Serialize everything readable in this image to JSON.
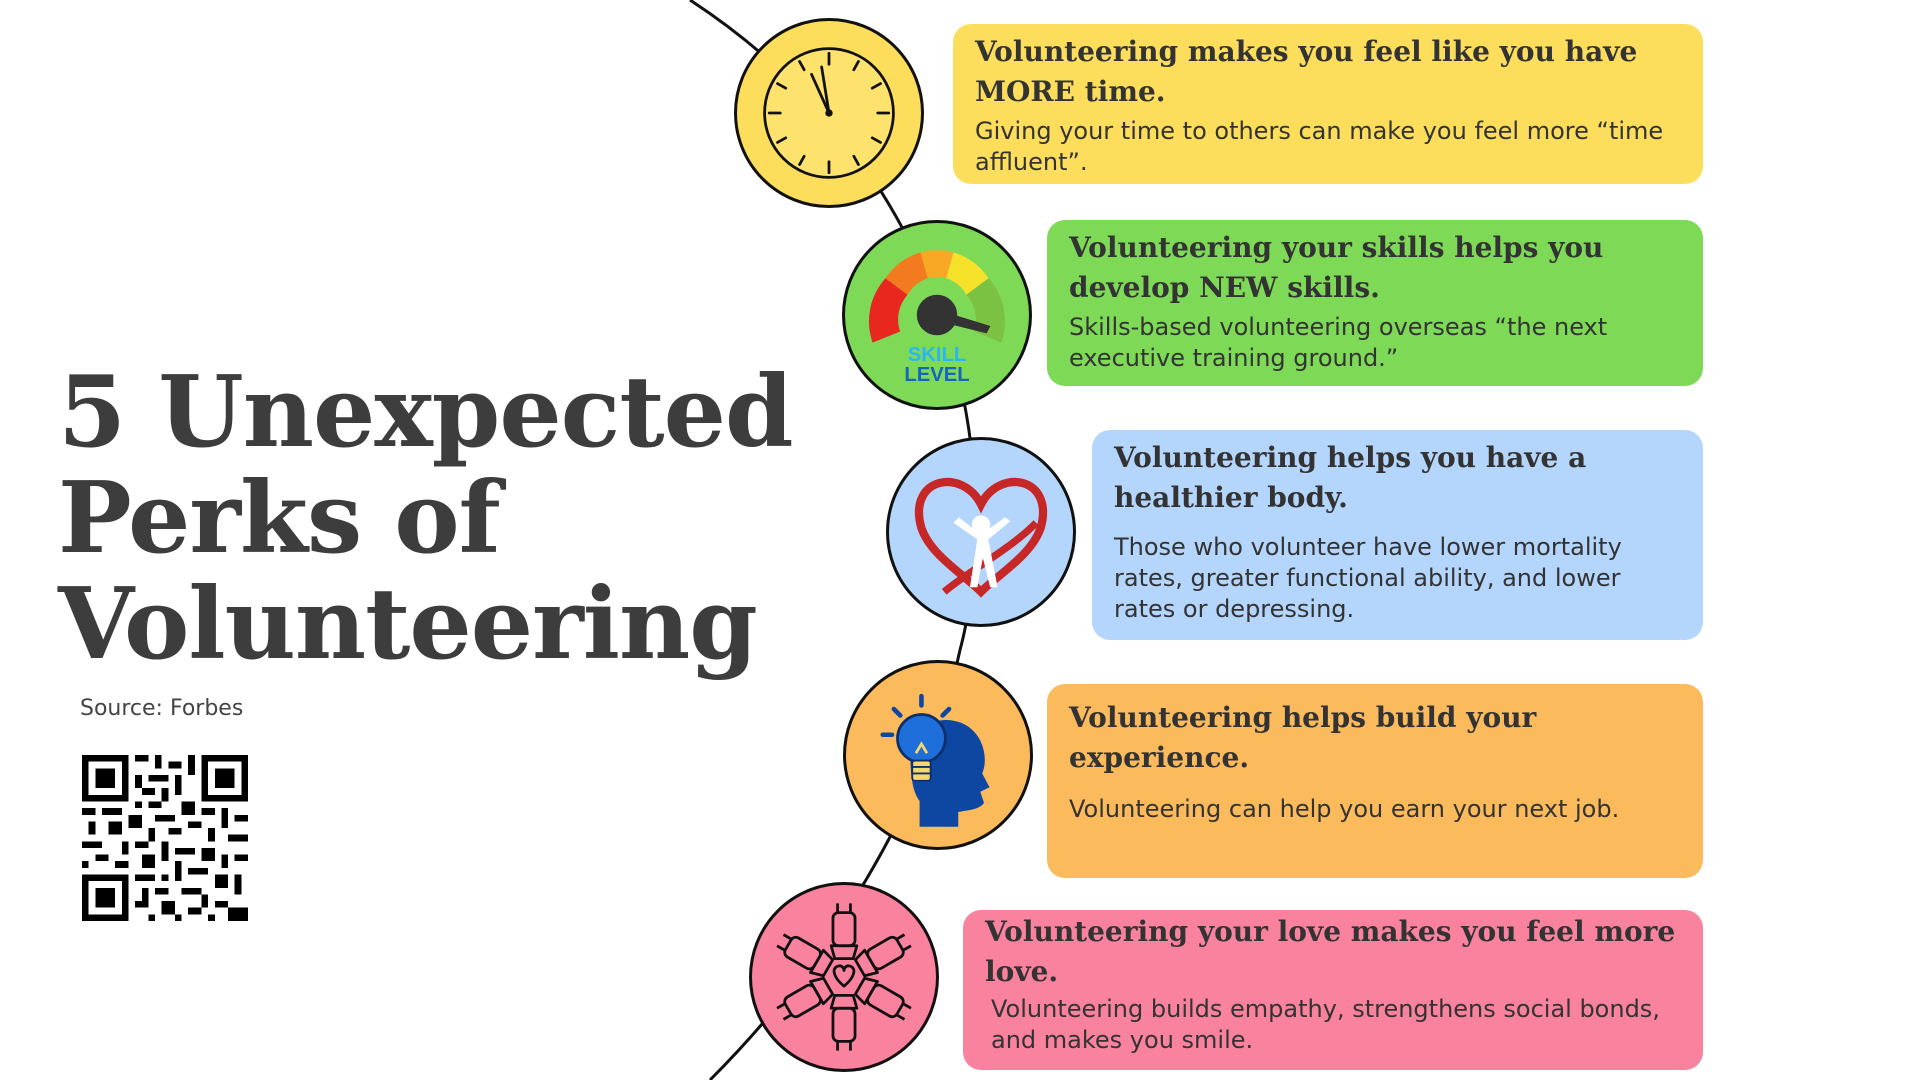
{
  "title": {
    "line1": "5 Unexpected",
    "line2": "Perks of",
    "line3": "Volunteering"
  },
  "source": "Source: Forbes",
  "colors": {
    "yellow": "#fddd5c",
    "green": "#7ed957",
    "blue": "#b4d5fc",
    "orange": "#fbbb5c",
    "pink": "#f9829f",
    "text": "#333333"
  },
  "perks": [
    {
      "icon": "clock-icon",
      "heading": "Volunteering makes you feel like you have MORE time.",
      "body": "Giving your time to others can make you feel more “time affluent”."
    },
    {
      "icon": "skill-level-gauge-icon",
      "icon_label_1": "SKILL",
      "icon_label_2": "LEVEL",
      "heading": "Volunteering your skills helps you develop NEW skills.",
      "body": "Skills-based volunteering overseas “the next executive training ground.”"
    },
    {
      "icon": "heart-person-icon",
      "heading": "Volunteering helps you have a healthier body.",
      "body": "Those who volunteer have lower mortality rates, greater functional ability, and lower rates or depressing."
    },
    {
      "icon": "lightbulb-head-icon",
      "heading": "Volunteering helps build your experience.",
      "body": "Volunteering can help you earn your next job."
    },
    {
      "icon": "joined-hands-heart-icon",
      "heading": "Volunteering your love makes you feel more love.",
      "body": "Volunteering builds empathy, strengthens social bonds, and makes you smile."
    }
  ]
}
